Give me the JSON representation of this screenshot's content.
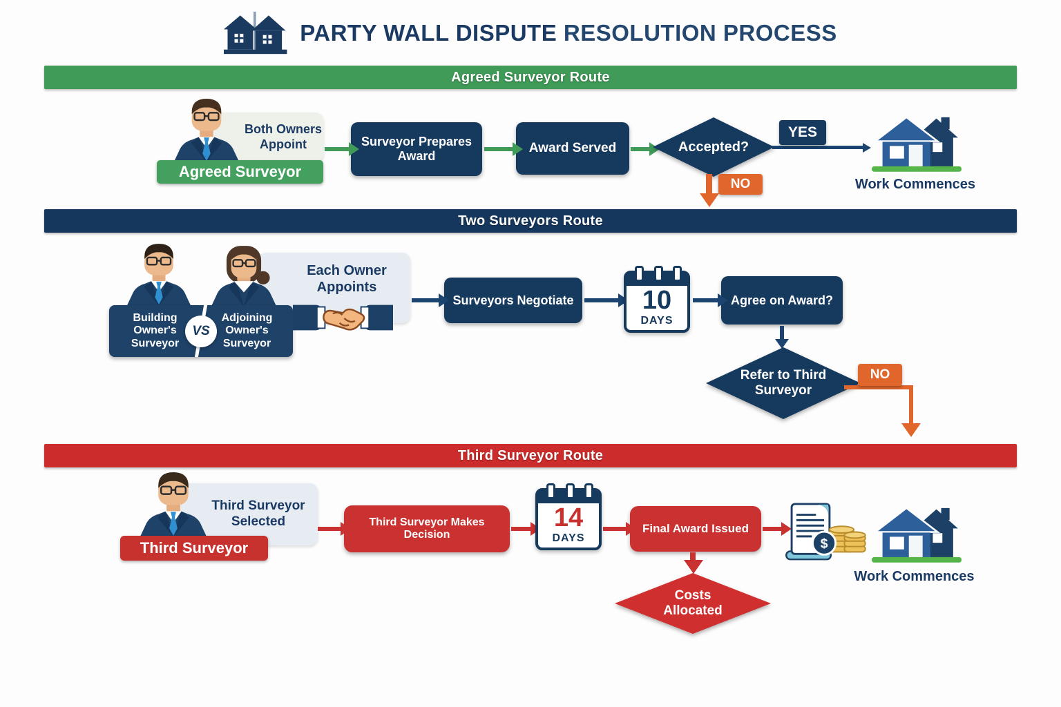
{
  "title": {
    "main": "PARTY WALL DISPUTE",
    "sub": "RESOLUTION PROCESS"
  },
  "icons": {
    "logo": "party-wall-houses-icon",
    "dollar": "$"
  },
  "colors": {
    "navy": "#16395e",
    "green": "#3f9b57",
    "red": "#c93231",
    "orange": "#e0662b",
    "light_green_box": "#edf1ea",
    "light_blue_box": "#e7ecf2",
    "grass": "#55b54b"
  },
  "agreed": {
    "banner": "Agreed Surveyor Route",
    "appoint_note": "Both Owners Appoint",
    "person_label": "Agreed Surveyor",
    "step_prepare": "Surveyor Prepares Award",
    "step_served": "Award Served",
    "decision": "Accepted?",
    "yes": "YES",
    "no": "NO",
    "outcome": "Work Commences"
  },
  "two": {
    "banner": "Two Surveyors Route",
    "building": "Building Owner's Surveyor",
    "vs": "VS",
    "adjoining": "Adjoining Owner's Surveyor",
    "appoint_note": "Each Owner Appoints",
    "negotiate": "Surveyors Negotiate",
    "days": "10",
    "days_unit": "DAYS",
    "decision": "Agree on Award?",
    "refer": "Refer to Third Surveyor",
    "no": "NO"
  },
  "third": {
    "banner": "Third Surveyor Route",
    "selected_note": "Third Surveyor Selected",
    "person_label": "Third Surveyor",
    "step_decision": "Third Surveyor Makes Decision",
    "days": "14",
    "days_unit": "DAYS",
    "final": "Final Award Issued",
    "costs": "Costs Allocated",
    "outcome": "Work Commences"
  }
}
